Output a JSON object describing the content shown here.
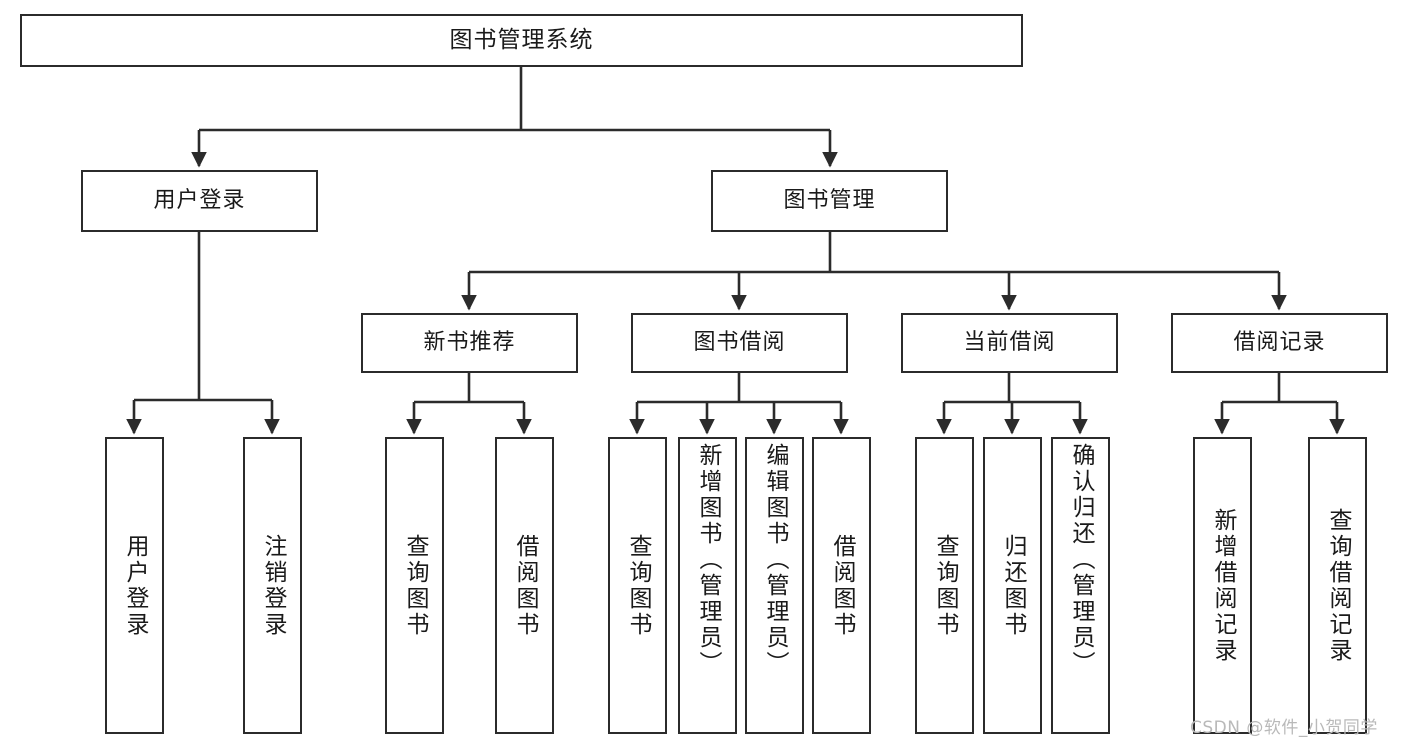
{
  "diagram": {
    "type": "hierarchy-tree",
    "title": "图书管理系统",
    "nodes": {
      "root": {
        "label": "图书管理系统",
        "level": 1
      },
      "user_login": {
        "label": "用户登录",
        "level": 2
      },
      "book_manage": {
        "label": "图书管理",
        "level": 2
      },
      "new_book_rec": {
        "label": "新书推荐",
        "level": 3
      },
      "book_borrow": {
        "label": "图书借阅",
        "level": 3
      },
      "current_borrow": {
        "label": "当前借阅",
        "level": 3
      },
      "borrow_record": {
        "label": "借阅记录",
        "level": 3
      },
      "leaf_user_login": {
        "label": "用户登录",
        "level": 4
      },
      "leaf_logout": {
        "label": "注销登录",
        "level": 4
      },
      "leaf_query_book_1": {
        "label": "查询图书",
        "level": 4
      },
      "leaf_borrow_book_1": {
        "label": "借阅图书",
        "level": 4
      },
      "leaf_query_book_2": {
        "label": "查询图书",
        "level": 4
      },
      "leaf_add_book": {
        "label": "新增图书（管理员）",
        "level": 4
      },
      "leaf_edit_book": {
        "label": "编辑图书（管理员）",
        "level": 4
      },
      "leaf_borrow_book_2": {
        "label": "借阅图书",
        "level": 4
      },
      "leaf_query_book_3": {
        "label": "查询图书",
        "level": 4
      },
      "leaf_return_book": {
        "label": "归还图书",
        "level": 4
      },
      "leaf_confirm_return": {
        "label": "确认归还（管理员）",
        "level": 4
      },
      "leaf_add_record": {
        "label": "新增借阅记录",
        "level": 4
      },
      "leaf_query_record": {
        "label": "查询借阅记录",
        "level": 4
      }
    },
    "edges": [
      {
        "from": "root",
        "to": "user_login"
      },
      {
        "from": "root",
        "to": "book_manage"
      },
      {
        "from": "user_login",
        "to": "leaf_user_login"
      },
      {
        "from": "user_login",
        "to": "leaf_logout"
      },
      {
        "from": "book_manage",
        "to": "new_book_rec"
      },
      {
        "from": "book_manage",
        "to": "book_borrow"
      },
      {
        "from": "book_manage",
        "to": "current_borrow"
      },
      {
        "from": "book_manage",
        "to": "borrow_record"
      },
      {
        "from": "new_book_rec",
        "to": "leaf_query_book_1"
      },
      {
        "from": "new_book_rec",
        "to": "leaf_borrow_book_1"
      },
      {
        "from": "book_borrow",
        "to": "leaf_query_book_2"
      },
      {
        "from": "book_borrow",
        "to": "leaf_add_book"
      },
      {
        "from": "book_borrow",
        "to": "leaf_edit_book"
      },
      {
        "from": "book_borrow",
        "to": "leaf_borrow_book_2"
      },
      {
        "from": "current_borrow",
        "to": "leaf_query_book_3"
      },
      {
        "from": "current_borrow",
        "to": "leaf_return_book"
      },
      {
        "from": "current_borrow",
        "to": "leaf_confirm_return"
      },
      {
        "from": "borrow_record",
        "to": "leaf_add_record"
      },
      {
        "from": "borrow_record",
        "to": "leaf_query_record"
      }
    ],
    "colors": {
      "box_border": "#2b2b2b",
      "box_fill": "#ffffff",
      "edge": "#2b2b2b",
      "text": "#1a1a1a",
      "watermark": "#b9b9b9"
    }
  },
  "watermark": {
    "text": "CSDN @软件_小贺同学"
  }
}
